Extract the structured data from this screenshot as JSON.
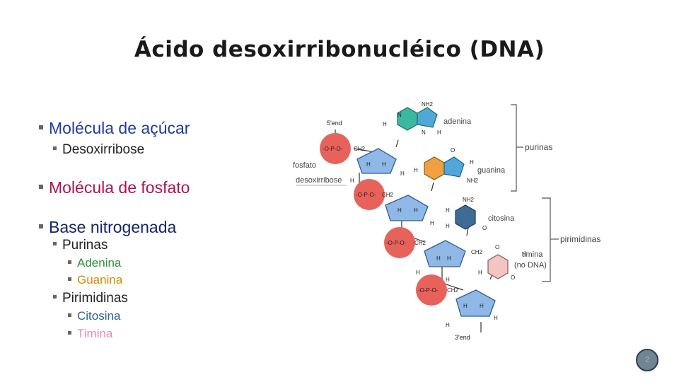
{
  "title": "Ácido desoxirribonucléico (DNA)",
  "bullets": {
    "sugar": "Molécula de açúcar",
    "deoxyribose": "Desoxirribose",
    "phosphate": "Molécula de fosfato",
    "base": "Base nitrogenada",
    "purines": "Purinas",
    "adenine": "Adenina",
    "guanine": "Guanina",
    "pyrimidines": "Pirimidinas",
    "cytosine": "Citosina",
    "thymine": "Timina"
  },
  "colors": {
    "sugar": "#1f3c9e",
    "phosphate": "#b0124f",
    "base": "#13246b",
    "adenine": "#2f8f3a",
    "guanine": "#d08a00",
    "cytosine": "#2f5f8a",
    "thymine": "#e48ab3"
  },
  "diagram": {
    "five_end": "5'end",
    "three_end": "3'end",
    "fosfato": "fosfato",
    "desoxirribose": "desoxirribose",
    "adenina": "adenina",
    "guanina": "guanina",
    "citosina": "citosina",
    "timina": "timina",
    "no_dna": "(no DNA)",
    "purinas": "purinas",
    "pirimidinas": "pirimidinas",
    "nh2": "NH2",
    "ch2": "CH2",
    "h": "H",
    "n": "N",
    "o": "O",
    "p": "P",
    "phosphate_group": "-O-P-O-",
    "o_minus": "-O"
  },
  "page_number": "2"
}
